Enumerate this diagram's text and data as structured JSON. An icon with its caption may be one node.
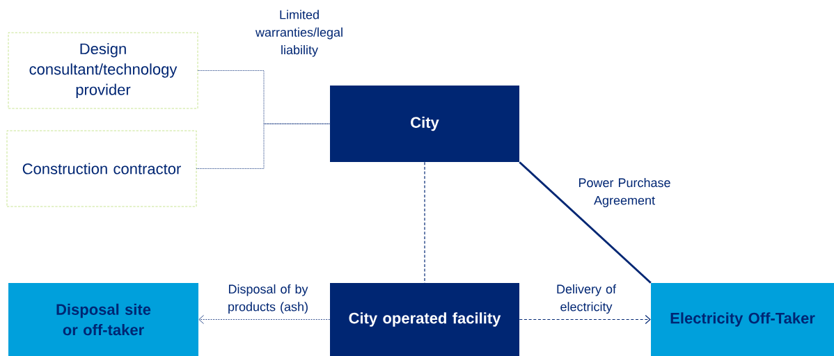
{
  "diagram": {
    "nodes": [
      {
        "text": [
          "Design consultant/technology provider"
        ]
      },
      {
        "text": [
          "Construction contractor"
        ]
      },
      {
        "text": [
          "City"
        ]
      },
      {
        "text": [
          "Disposal site or off-taker"
        ]
      },
      {
        "text": [
          "City operated facility"
        ]
      },
      {
        "text": [
          "Electricity Off-Taker"
        ]
      }
    ],
    "edges": [
      {
        "from": 0,
        "to": 2,
        "arrow": "none",
        "style": "dashed",
        "label": "Limited warranties/legal liability"
      },
      {
        "from": 1,
        "to": 2,
        "arrow": "none",
        "style": "dashed"
      },
      {
        "from": 2,
        "to": 4,
        "arrow": "none",
        "style": "dashed"
      },
      {
        "from": 2,
        "to": 5,
        "arrow": "none",
        "style": "thick",
        "label": "Power Purchase Agreement"
      },
      {
        "from": 4,
        "to": 3,
        "arrow": "to",
        "style": "dashed",
        "label": "Disposal of by products (ash)"
      },
      {
        "from": 4,
        "to": 5,
        "arrow": "to",
        "style": "dashed",
        "label": "Delivery of electricity"
      }
    ]
  }
}
